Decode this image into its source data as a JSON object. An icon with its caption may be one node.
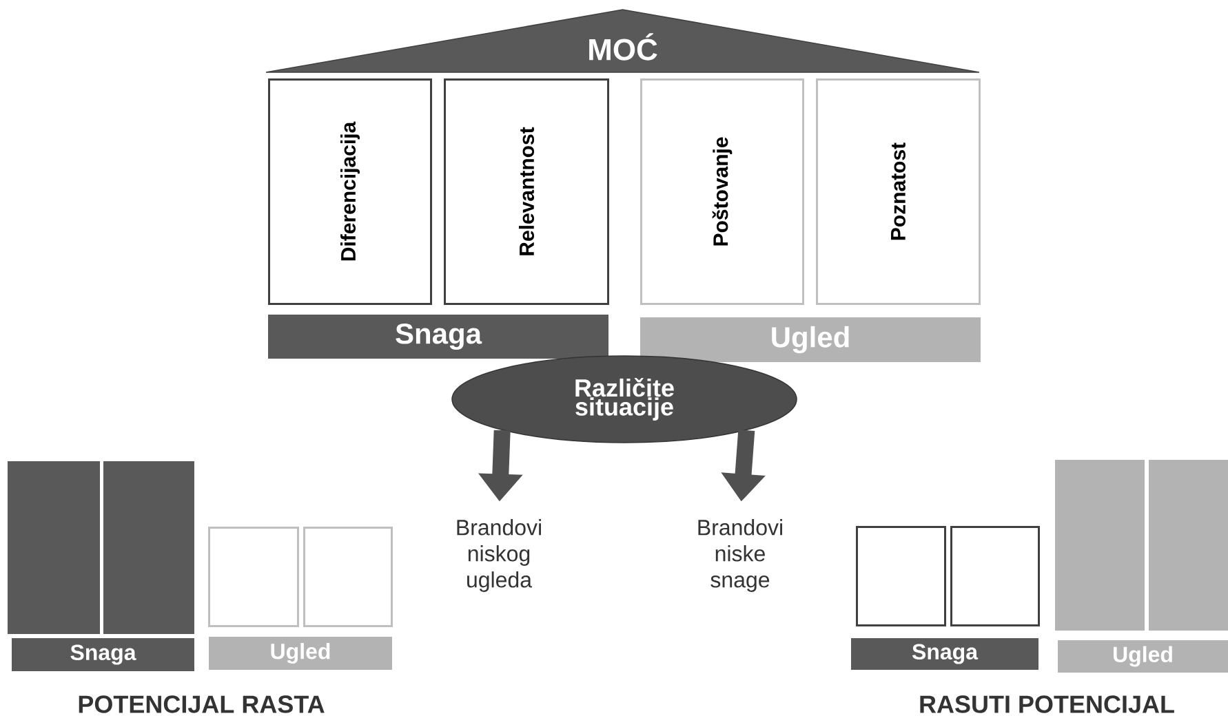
{
  "diagram": {
    "nodes": [
      {
        "text": [
          "MOĆ"
        ]
      },
      {
        "text": [
          "Diferencijacija"
        ]
      },
      {
        "text": [
          "Relevantnost"
        ]
      },
      {
        "text": [
          "Poštovanje"
        ]
      },
      {
        "text": [
          "Poznatost"
        ]
      },
      {
        "text": [
          "Snaga"
        ]
      },
      {
        "text": [
          "Ugled"
        ]
      },
      {
        "text": [
          "Različite situacije"
        ]
      },
      {
        "text": [
          "Brandovi niskog ugleda"
        ]
      },
      {
        "text": [
          "Brandovi niske snage"
        ]
      },
      {
        "text": [],
        "shape": "box"
      },
      {
        "text": [],
        "shape": "box"
      },
      {
        "text": [],
        "shape": "box"
      },
      {
        "text": [],
        "shape": "box"
      },
      {
        "text": [
          "Snaga"
        ]
      },
      {
        "text": [
          "Ugled"
        ]
      },
      {
        "text": [],
        "shape": "box"
      },
      {
        "text": [],
        "shape": "box"
      },
      {
        "text": [],
        "shape": "box"
      },
      {
        "text": [],
        "shape": "box"
      },
      {
        "text": [
          "Snaga"
        ]
      },
      {
        "text": [
          "Ugled"
        ]
      }
    ],
    "edges": [
      {
        "from": 7,
        "to": 8,
        "arrow": "to"
      },
      {
        "from": 7,
        "to": 9,
        "arrow": "to"
      }
    ],
    "labels": [
      "POTENCIJAL RASTA",
      "RASUTI POTENCIJAL"
    ]
  }
}
